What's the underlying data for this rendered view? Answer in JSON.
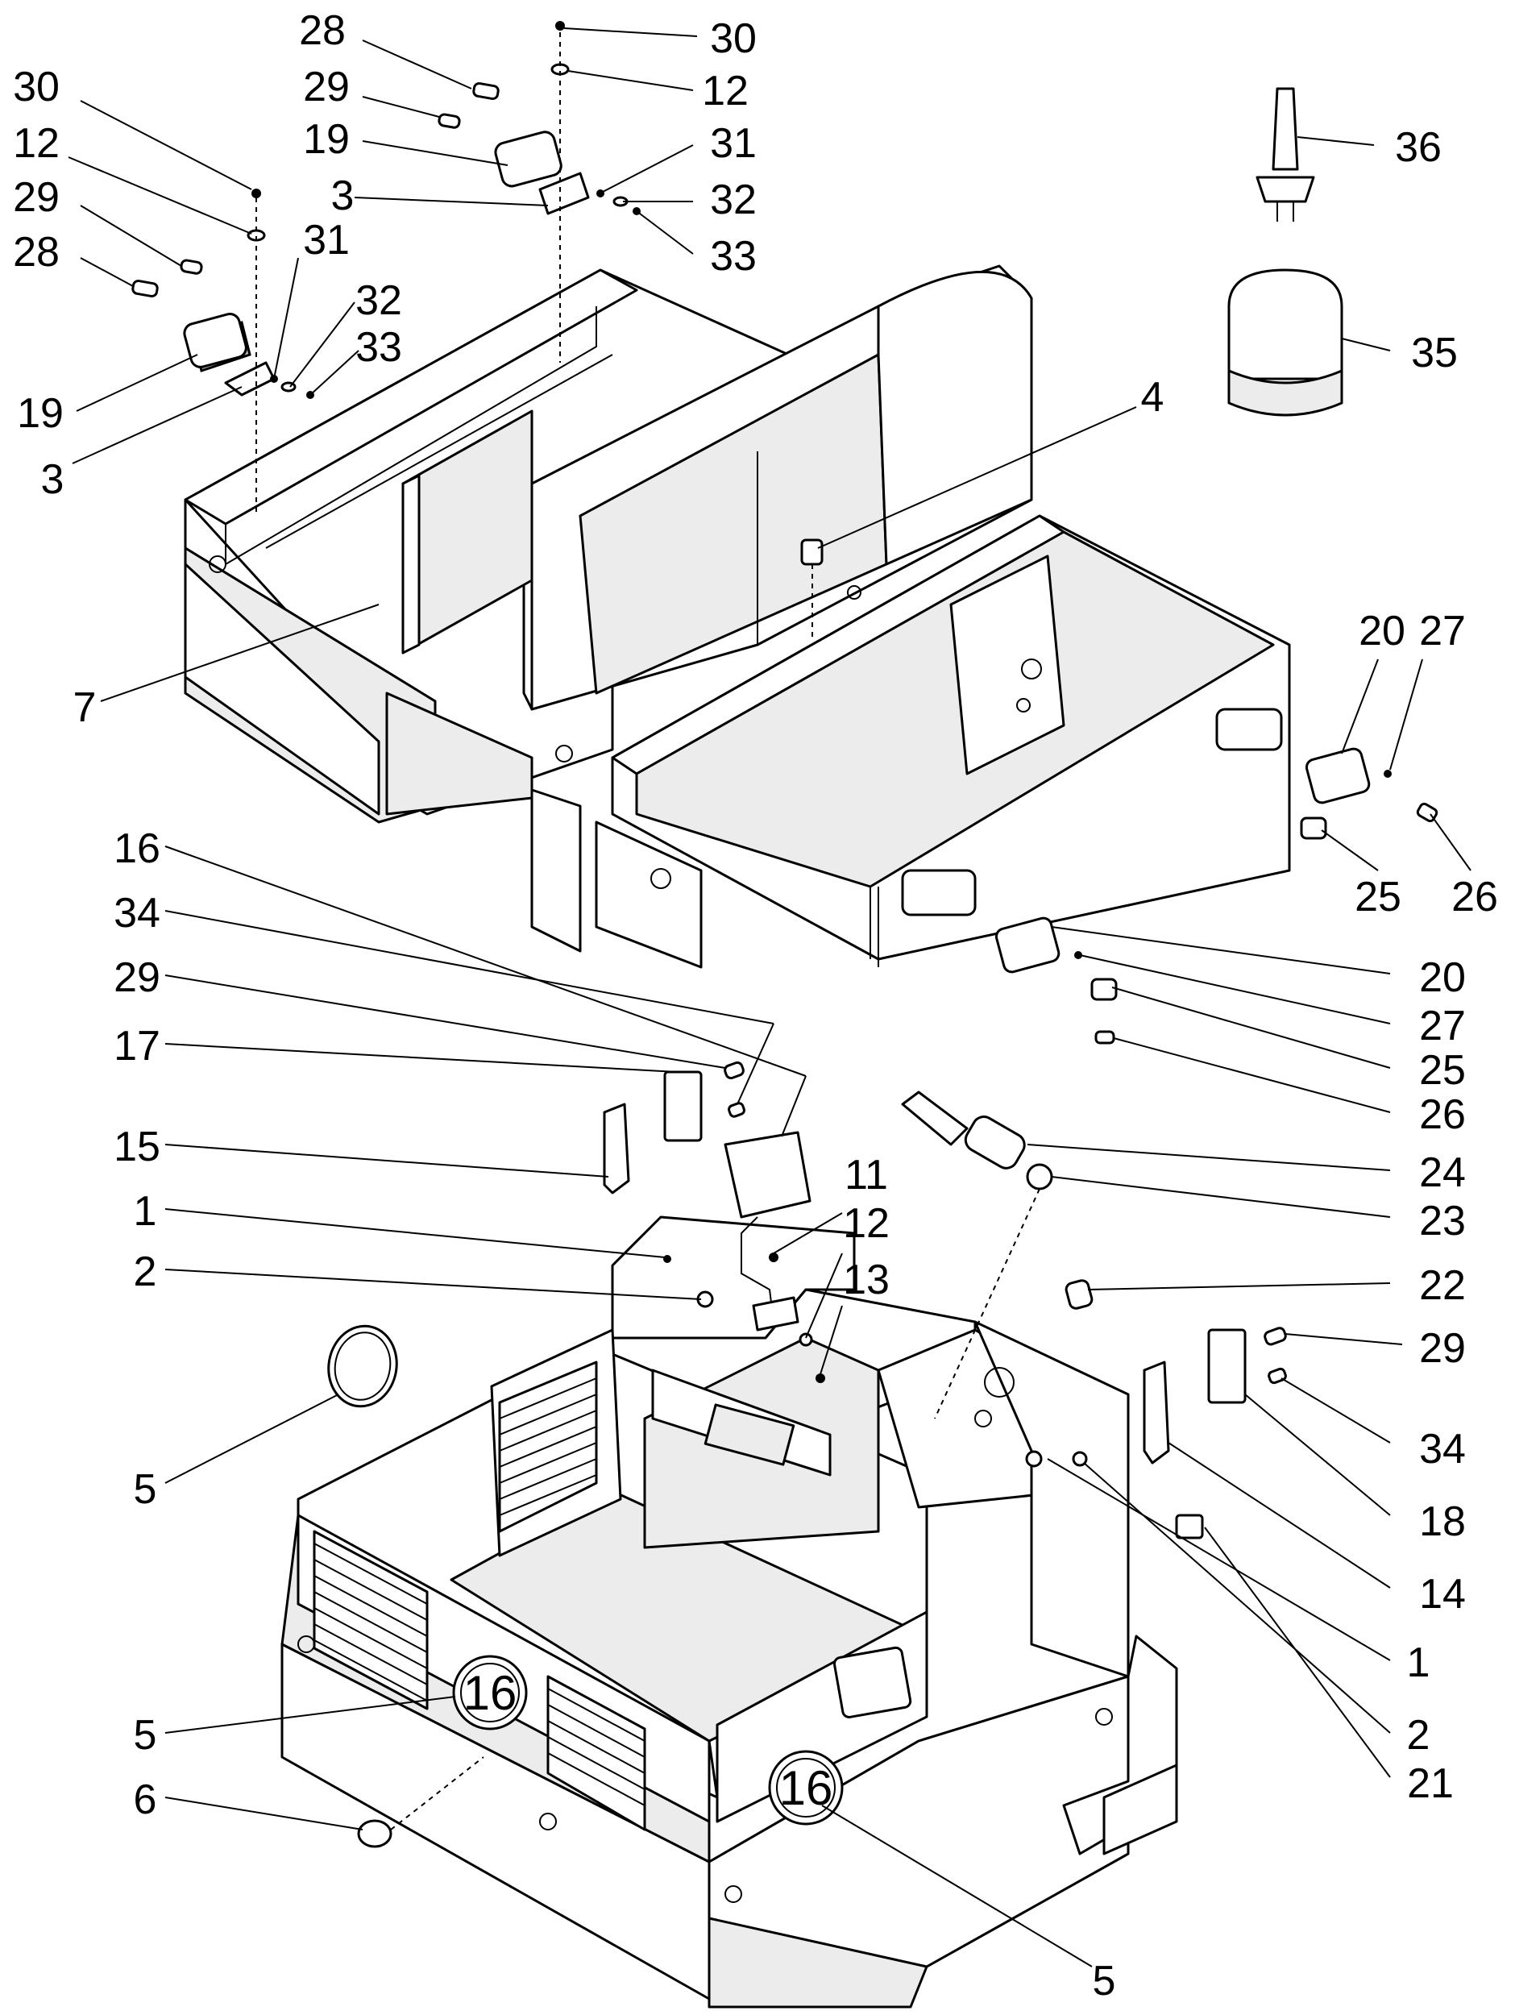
{
  "diagram": {
    "badge_number": "16",
    "callouts": [
      {
        "id": "c30a",
        "text": "30"
      },
      {
        "id": "c12a",
        "text": "12"
      },
      {
        "id": "c29a",
        "text": "29"
      },
      {
        "id": "c28a",
        "text": "28"
      },
      {
        "id": "c19a",
        "text": "19"
      },
      {
        "id": "c3a",
        "text": "3"
      },
      {
        "id": "c31a",
        "text": "31"
      },
      {
        "id": "c32a",
        "text": "32"
      },
      {
        "id": "c33a",
        "text": "33"
      },
      {
        "id": "c28b",
        "text": "28"
      },
      {
        "id": "c29b",
        "text": "29"
      },
      {
        "id": "c19b",
        "text": "19"
      },
      {
        "id": "c3b",
        "text": "3"
      },
      {
        "id": "c30b",
        "text": "30"
      },
      {
        "id": "c12b",
        "text": "12"
      },
      {
        "id": "c31b",
        "text": "31"
      },
      {
        "id": "c32b",
        "text": "32"
      },
      {
        "id": "c33b",
        "text": "33"
      },
      {
        "id": "c36",
        "text": "36"
      },
      {
        "id": "c35",
        "text": "35"
      },
      {
        "id": "c4",
        "text": "4"
      },
      {
        "id": "c7",
        "text": "7"
      },
      {
        "id": "c20a",
        "text": "20"
      },
      {
        "id": "c27a",
        "text": "27"
      },
      {
        "id": "c25a",
        "text": "25"
      },
      {
        "id": "c26a",
        "text": "26"
      },
      {
        "id": "c20b",
        "text": "20"
      },
      {
        "id": "c27b",
        "text": "27"
      },
      {
        "id": "c25b",
        "text": "25"
      },
      {
        "id": "c26b",
        "text": "26"
      },
      {
        "id": "c16",
        "text": "16"
      },
      {
        "id": "c34a",
        "text": "34"
      },
      {
        "id": "c29c",
        "text": "29"
      },
      {
        "id": "c17",
        "text": "17"
      },
      {
        "id": "c15",
        "text": "15"
      },
      {
        "id": "c1a",
        "text": "1"
      },
      {
        "id": "c2a",
        "text": "2"
      },
      {
        "id": "c11",
        "text": "11"
      },
      {
        "id": "c12c",
        "text": "12"
      },
      {
        "id": "c13",
        "text": "13"
      },
      {
        "id": "c24",
        "text": "24"
      },
      {
        "id": "c23",
        "text": "23"
      },
      {
        "id": "c22",
        "text": "22"
      },
      {
        "id": "c29d",
        "text": "29"
      },
      {
        "id": "c34b",
        "text": "34"
      },
      {
        "id": "c18",
        "text": "18"
      },
      {
        "id": "c14",
        "text": "14"
      },
      {
        "id": "c1b",
        "text": "1"
      },
      {
        "id": "c2b",
        "text": "2"
      },
      {
        "id": "c21",
        "text": "21"
      },
      {
        "id": "c5a",
        "text": "5"
      },
      {
        "id": "c5b",
        "text": "5"
      },
      {
        "id": "c6",
        "text": "6"
      },
      {
        "id": "c5c",
        "text": "5"
      }
    ]
  }
}
